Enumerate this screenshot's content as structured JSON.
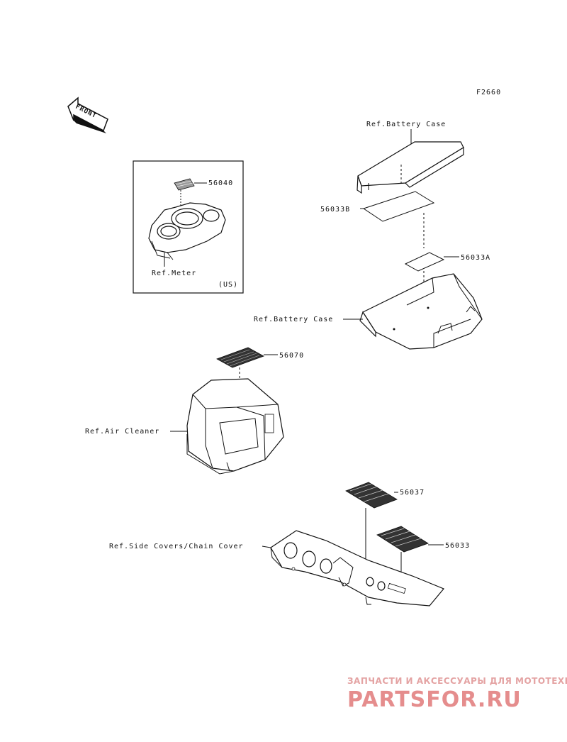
{
  "figure_code": "F2660",
  "front_arrow_label": "FRONT",
  "callouts": {
    "p56040": "56040",
    "p56033B": "56033B",
    "p56033A": "56033A",
    "p56070": "56070",
    "p56037": "56037",
    "p56033": "56033"
  },
  "references": {
    "battery_case_top": "Ref.Battery Case",
    "battery_case_bottom": "Ref.Battery Case",
    "meter": "Ref.Meter",
    "air_cleaner": "Ref.Air Cleaner",
    "side_covers": "Ref.Side Covers/Chain Cover"
  },
  "inset_region": "(US)",
  "watermark": {
    "tagline": "ЗАПЧАСТИ И АКСЕССУАРЫ ДЛЯ МОТОТЕХНИКИ",
    "brand": "PARTSFOR.RU"
  }
}
